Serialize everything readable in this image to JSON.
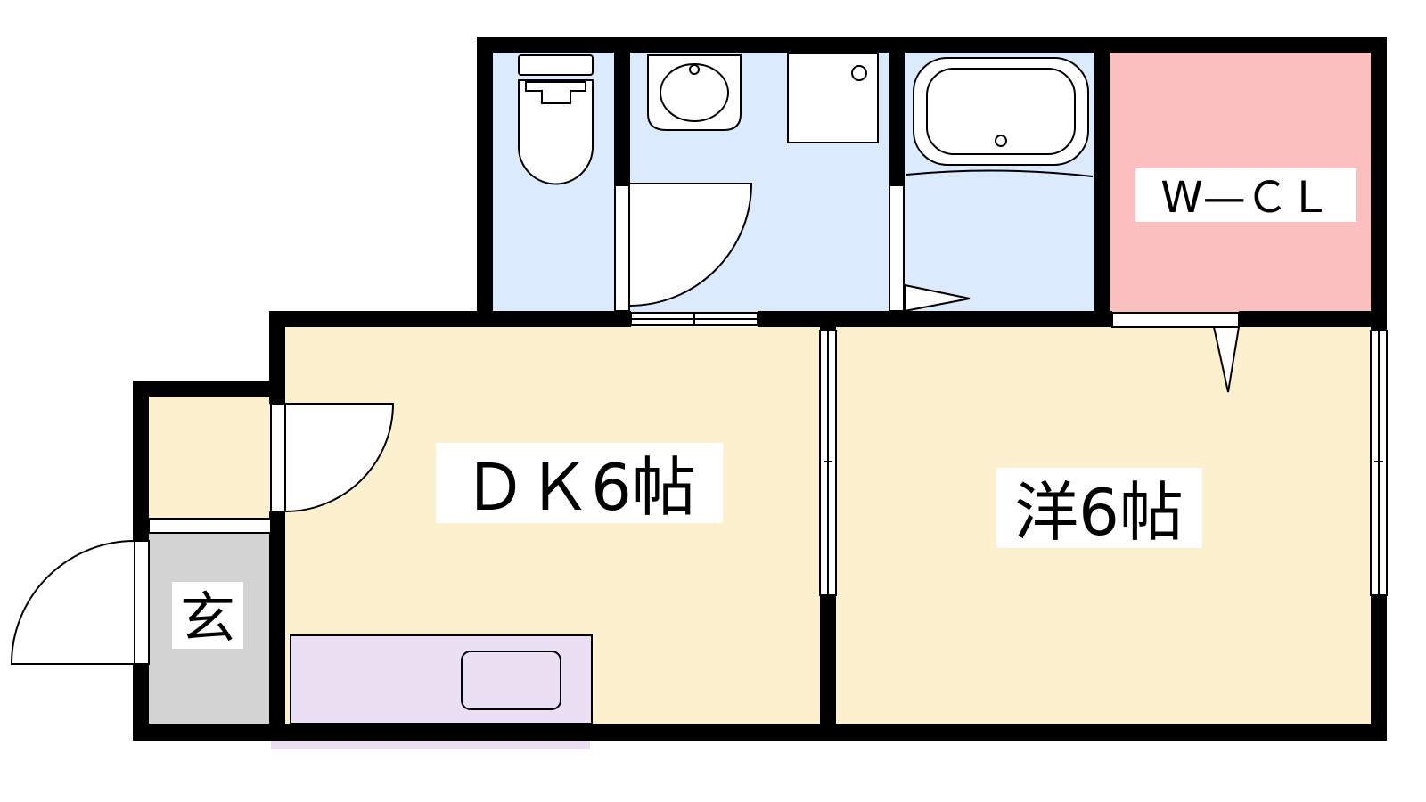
{
  "rooms": {
    "dk": {
      "label": "ＤＫ6帖"
    },
    "western": {
      "label": "洋6帖"
    },
    "walk_in_closet": {
      "label": "W—ＣＬ"
    },
    "entrance": {
      "label": "玄"
    }
  },
  "colors": {
    "wall": "#000000",
    "living_floor": "#fdf0cf",
    "wet_area": "#dbeafc",
    "closet": "#fbbfbf",
    "entrance_floor": "#d3d3d3",
    "kitchen_counter": "#ebdff3",
    "fixture_line": "#000000"
  }
}
